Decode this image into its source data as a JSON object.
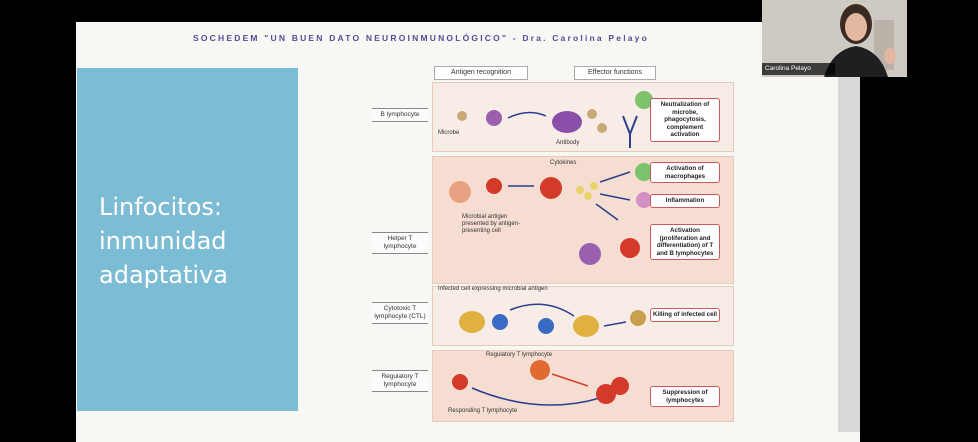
{
  "slide": {
    "header": "SOCHEDEM \"UN BUEN DATO NEUROINMUNOLÓGICO\" - Dra. Carolina Pelayo",
    "title_lines": [
      "Linfocitos:",
      "inmunidad",
      "adaptativa"
    ]
  },
  "diagram": {
    "col_antigen": "Antigen recognition",
    "col_effector": "Effector functions",
    "rows": [
      {
        "label": "B lymphocyte",
        "notes": [
          "Microbe",
          "Antibody"
        ],
        "outcomes": [
          "Neutralization of microbe, phagocytosis, complement activation"
        ]
      },
      {
        "label": "Helper T lymphocyte",
        "notes": [
          "Cytokines",
          "Microbial antigen presented by antigen-presenting cell"
        ],
        "outcomes": [
          "Activation of macrophages",
          "Inflammation",
          "Activation (proliferation and differentiation) of T and B lymphocytes"
        ]
      },
      {
        "label": "Cytotoxic T lymphocyte (CTL)",
        "notes": [
          "Infected cell expressing microbial antigen"
        ],
        "outcomes": [
          "Killing of infected cell"
        ]
      },
      {
        "label": "Regulatory T lymphocyte",
        "notes": [
          "Regulatory T lymphocyte",
          "Responding T lymphocyte"
        ],
        "outcomes": [
          "Suppression of lymphocytes"
        ]
      }
    ]
  },
  "participant": {
    "name": "Carolina Pelayo"
  }
}
